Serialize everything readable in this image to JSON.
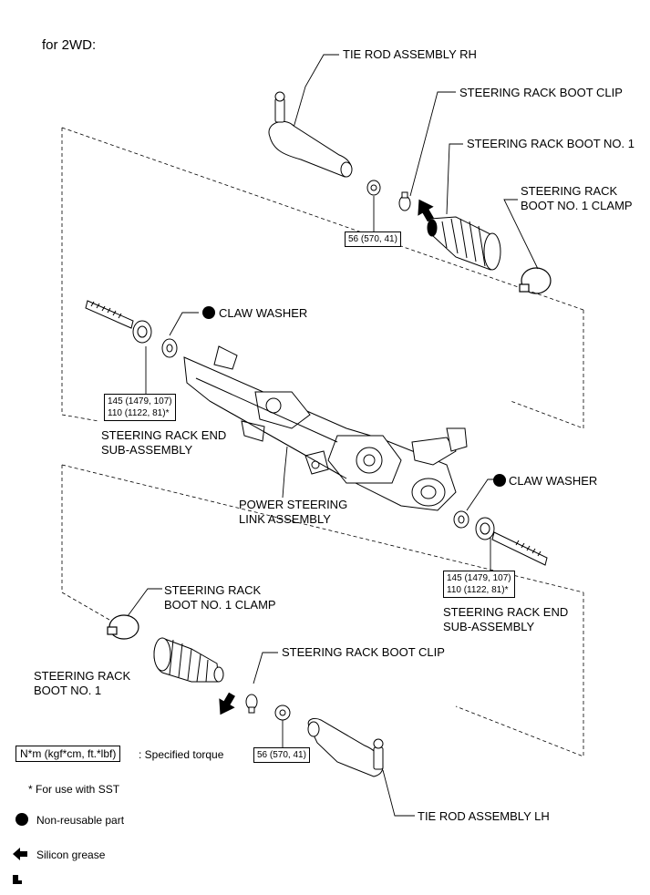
{
  "header": {
    "title": "for 2WD:"
  },
  "labels": {
    "tie_rod_rh": "TIE ROD ASSEMBLY RH",
    "boot_clip_top": "STEERING RACK BOOT CLIP",
    "boot_no1_top": "STEERING RACK BOOT NO. 1",
    "boot_clamp_top": "STEERING RACK\nBOOT NO. 1 CLAMP",
    "claw_washer_left": "CLAW WASHER",
    "rack_end_left": "STEERING RACK END\nSUB-ASSEMBLY",
    "power_steering": "POWER STEERING\nLINK ASSEMBLY",
    "claw_washer_right": "CLAW WASHER",
    "rack_end_right": "STEERING RACK END\nSUB-ASSEMBLY",
    "boot_clamp_bottom": "STEERING RACK\nBOOT NO. 1 CLAMP",
    "boot_clip_bottom": "STEERING RACK BOOT CLIP",
    "boot_no1_bottom": "STEERING RACK\nBOOT NO. 1",
    "tie_rod_lh": "TIE ROD ASSEMBLY LH"
  },
  "torques": {
    "nut_top": "56 (570, 41)",
    "rack_end_left": "145 (1479, 107)\n110 (1122, 81)*",
    "rack_end_right": "145 (1479, 107)\n110 (1122, 81)*",
    "nut_bottom": "56 (570, 41)"
  },
  "legend": {
    "torque_unit": "N*m (kgf*cm, ft.*lbf)",
    "torque_desc": ": Specified torque",
    "sst_note": "* For use with SST",
    "non_reusable": "Non-reusable part",
    "silicon_grease": "Silicon grease"
  }
}
